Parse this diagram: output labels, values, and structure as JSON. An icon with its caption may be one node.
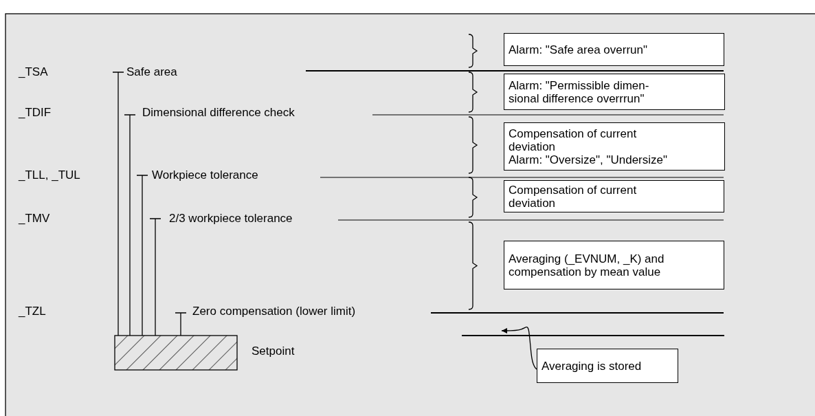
{
  "diagram": {
    "nodes": [
      {
        "text": [
          "Alarm: \"Safe area overrun\""
        ]
      },
      {
        "text": [
          "Alarm: \"Permissible dimen- sional difference overrrun\""
        ]
      },
      {
        "text": [
          "Compensation of current deviation",
          "Alarm: \"Oversize\", \"Undersize\""
        ]
      },
      {
        "text": [
          "Compensation of current deviation"
        ]
      },
      {
        "text": [
          "Averaging (_EVNUM, _K) and compensation by mean value"
        ]
      },
      {
        "text": [],
        "shape": "bar"
      },
      {
        "text": [
          "Averaging is stored"
        ]
      }
    ],
    "edges": [
      {
        "from": 6,
        "to": 5,
        "arrow": "to"
      }
    ],
    "labels": [
      "_TSA",
      "Safe area",
      "_TDIF",
      "Dimensional difference check",
      "_TLL, _TUL",
      "Workpiece tolerance",
      "_TMV",
      "2/3 workpiece tolerance",
      "_TZL",
      "Zero compensation (lower limit)",
      "Setpoint"
    ]
  }
}
